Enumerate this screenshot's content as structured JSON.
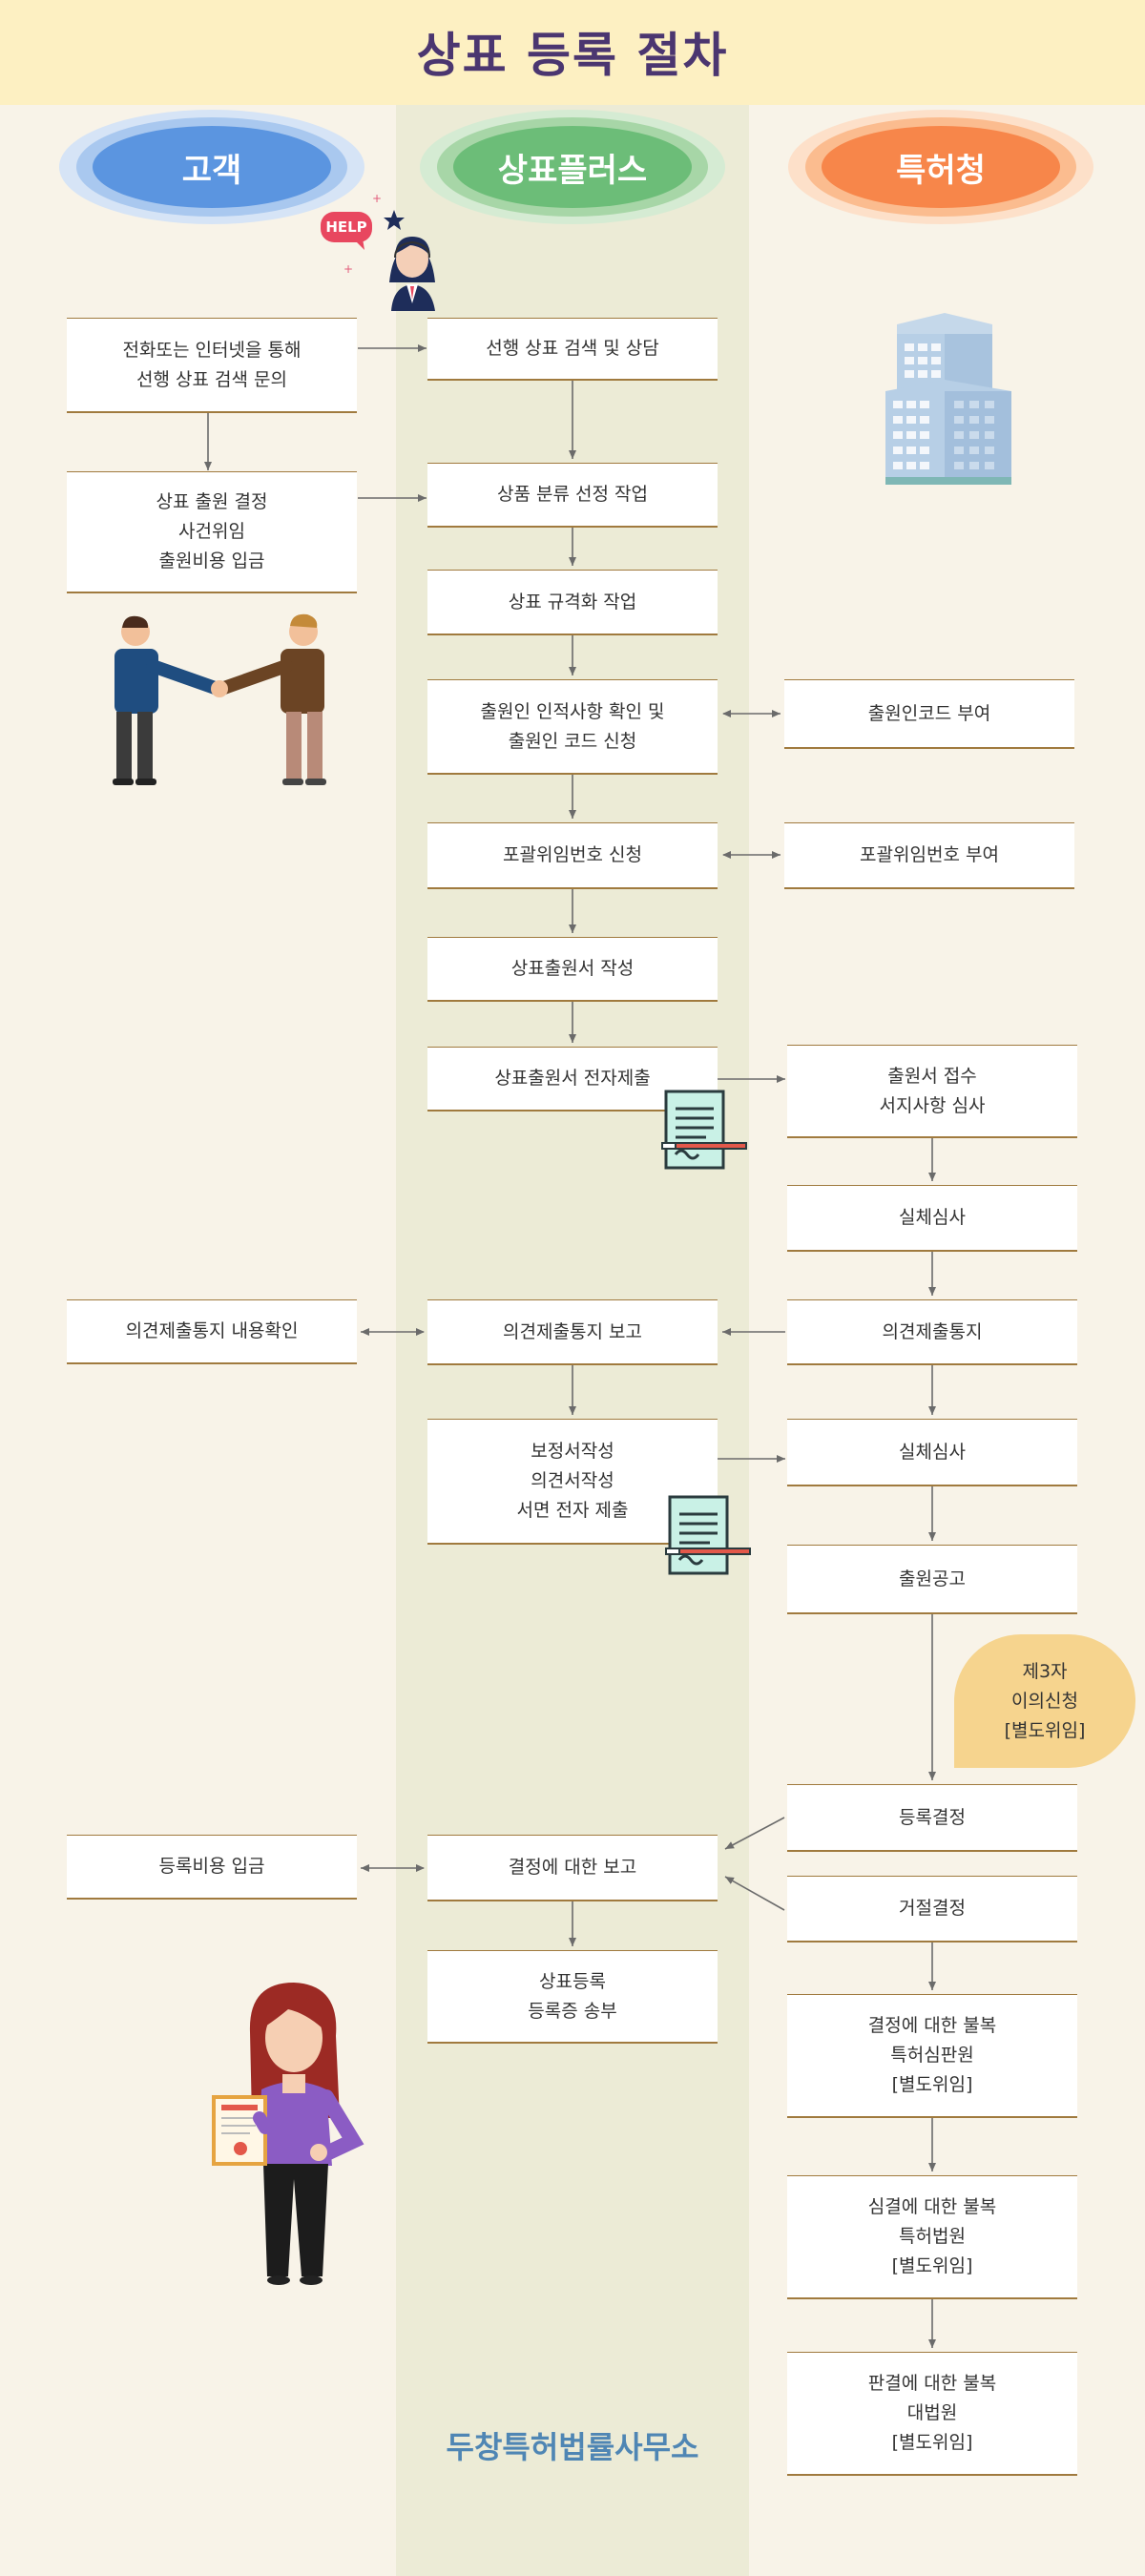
{
  "title": "상표 등록 절차",
  "lanes": {
    "customer": "고객",
    "agent": "상표플러스",
    "office": "특허청"
  },
  "help_label": "HELP",
  "steps": {
    "c1": "전화또는 인터넷을 통해\n선행 상표 검색 문의",
    "c2": "상표 출원 결정\n사건위임\n출원비용 입금",
    "c3": "의견제출통지 내용확인",
    "c4": "등록비용 입금",
    "a1": "선행 상표 검색 및 상담",
    "a2": "상품 분류 선정 작업",
    "a3": "상표 규격화 작업",
    "a4": "출원인 인적사항 확인 및\n출원인 코드 신청",
    "a5": "포괄위임번호 신청",
    "a6": "상표출원서 작성",
    "a7": "상표출원서 전자제출",
    "a8": "의견제출통지 보고",
    "a9": "보정서작성\n의견서작성\n서면 전자 제출",
    "a10": "결정에 대한 보고",
    "a11": "상표등록\n등록증 송부",
    "p1": "출원인코드 부여",
    "p2": "포괄위임번호 부여",
    "p3": "출원서 접수\n서지사항 심사",
    "p4": "실체심사",
    "p5": "의견제출통지",
    "p6": "실체심사",
    "p7": "출원공고",
    "p8": "등록결정",
    "p9": "거절결정",
    "p10": "결정에 대한 불복\n특허심판원\n[별도위임]",
    "p11": "심결에 대한 불복\n특허법원\n[별도위임]",
    "p12": "판결에 대한 불복\n대법원\n[별도위임]"
  },
  "opposition_note": "제3자\n이의신청\n[별도위임]",
  "footer": "두창특허법률사무소",
  "colors": {
    "customer": "#5b95e0",
    "agent": "#6cbd78",
    "office": "#f7864a",
    "accent": "#4b3670",
    "box_border": "#a07a3e"
  },
  "icons": [
    "help-operator",
    "office-building-icon",
    "handshake-illustration",
    "document-pen-icon",
    "certificate-woman-illustration"
  ]
}
